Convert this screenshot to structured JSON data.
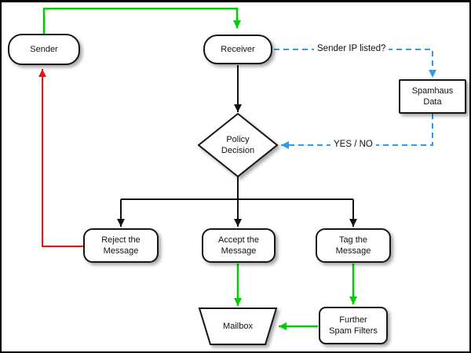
{
  "diagram": {
    "nodes": {
      "sender": {
        "label": "Sender"
      },
      "receiver": {
        "label": "Receiver"
      },
      "spamhaus": {
        "label": "Spamhaus\nData"
      },
      "policy": {
        "label": "Policy\nDecision"
      },
      "reject": {
        "label": "Reject the\nMessage"
      },
      "accept": {
        "label": "Accept the\nMessage"
      },
      "tag": {
        "label": "Tag the\nMessage"
      },
      "mailbox": {
        "label": "Mailbox"
      },
      "filters": {
        "label": "Further\nSpam Filters"
      }
    },
    "edge_labels": {
      "sender_ip": "Sender IP listed?",
      "yes_no": "YES / NO"
    },
    "colors": {
      "flow_green": "#00cc00",
      "flow_red": "#ee1111",
      "flow_blue": "#2f9bf0",
      "flow_black": "#111111"
    }
  }
}
